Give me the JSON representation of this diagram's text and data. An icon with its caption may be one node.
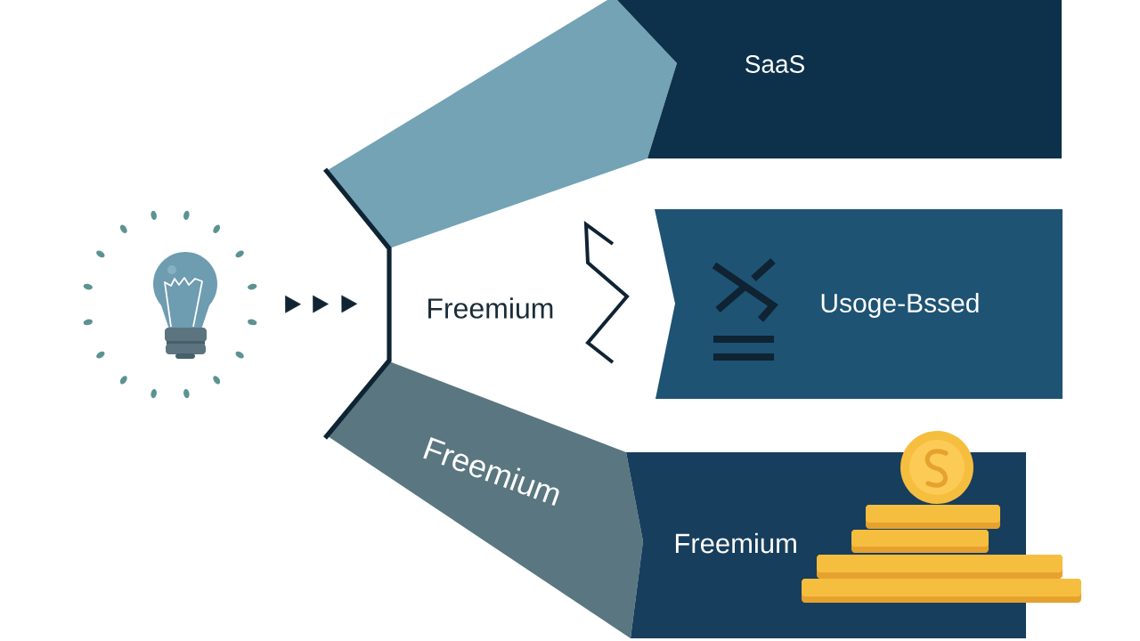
{
  "diagram": {
    "nodes": [
      {
        "text": [],
        "shape": "lightbulb"
      },
      {
        "text": [],
        "shape": "band"
      },
      {
        "text": [
          "SaaS"
        ]
      },
      {
        "text": [
          "Freemium"
        ]
      },
      {
        "text": [
          "Usoge-Bssed"
        ]
      },
      {
        "text": [
          "Freemium"
        ]
      },
      {
        "text": [
          "Freemium"
        ]
      },
      {
        "text": [],
        "shape": "bar"
      }
    ],
    "edges": [
      {
        "from": 0,
        "to": 7,
        "arrow": "to"
      }
    ]
  }
}
